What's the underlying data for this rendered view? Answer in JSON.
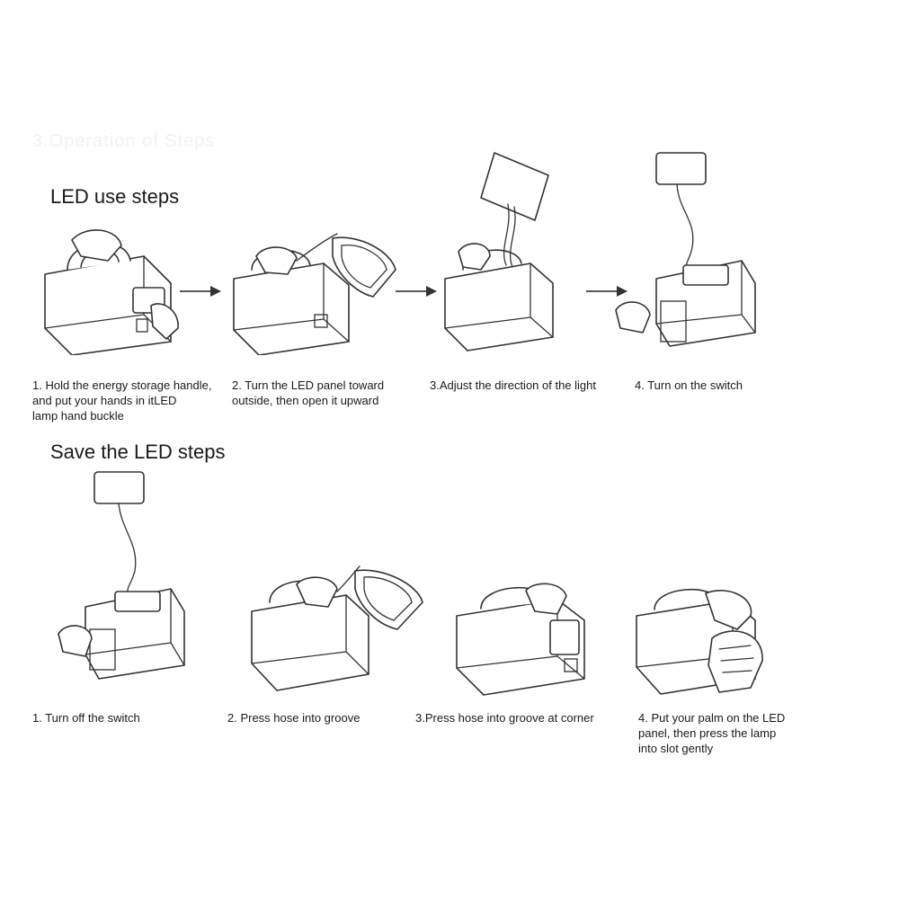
{
  "faded_heading": "3.Operation of Steps",
  "sections": [
    {
      "title": "LED use steps",
      "steps": [
        {
          "caption": "1. Hold the energy storage handle,\n    and put your hands in itLED\n    lamp hand buckle"
        },
        {
          "caption": "2. Turn the LED panel toward\n    outside, then open it upward"
        },
        {
          "caption": "3.Adjust the direction of the light"
        },
        {
          "caption": "4. Turn on the switch"
        }
      ]
    },
    {
      "title": "Save the LED steps",
      "steps": [
        {
          "caption": "1. Turn off the switch"
        },
        {
          "caption": "2. Press hose into groove"
        },
        {
          "caption": "3.Press hose into groove at corner"
        },
        {
          "caption": "4. Put your palm on the LED\n    panel, then press the lamp\n    into slot gently"
        }
      ]
    }
  ]
}
